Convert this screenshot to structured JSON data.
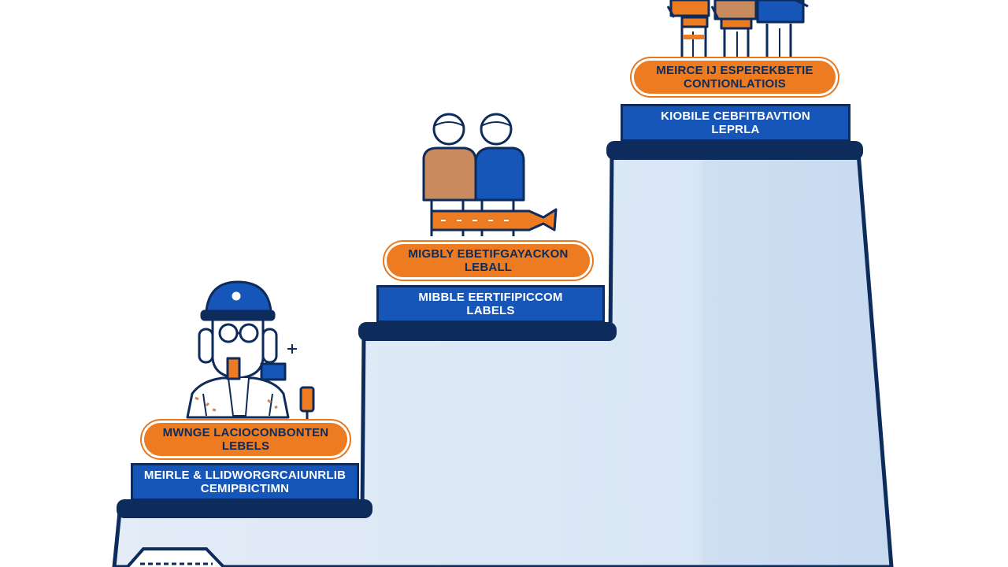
{
  "colors": {
    "navy": "#0d2b5b",
    "blue": "#1556b8",
    "orange": "#ec7b21",
    "light_blue": "#d6e4f4",
    "tan": "#c98a5e",
    "label_text_dark": "#0d2b5b",
    "label_text_light": "#ffffff"
  },
  "steps": [
    {
      "pill": {
        "line1": "MWNGE LACIOCONBONTEN",
        "line2": "LEBELS"
      },
      "plate": {
        "line1": "MEIRLE & LLIDWORGRCAIUNRLIB",
        "line2": "CEMIPBICTIMN"
      },
      "figure_icon": "worker-with-cap-icon"
    },
    {
      "pill": {
        "line1": "MIGBLY EBETIFGAYACKON",
        "line2": "LEBALL"
      },
      "plate": {
        "line1": "MIBBLE EERTIFIPICCOM",
        "line2": "LABELS"
      },
      "figure_icon": "two-people-icon"
    },
    {
      "pill": {
        "line1": "MEIRCE IJ ESPEREKBETIE",
        "line2": "CONTIONLATIOIS"
      },
      "plate": {
        "line1": "KIOBILE CEBFITBAVTION",
        "line2": "LEPRLA"
      },
      "figure_icon": "team-group-icon"
    }
  ],
  "bottom_tag_icon": "hexagon-badge-icon"
}
